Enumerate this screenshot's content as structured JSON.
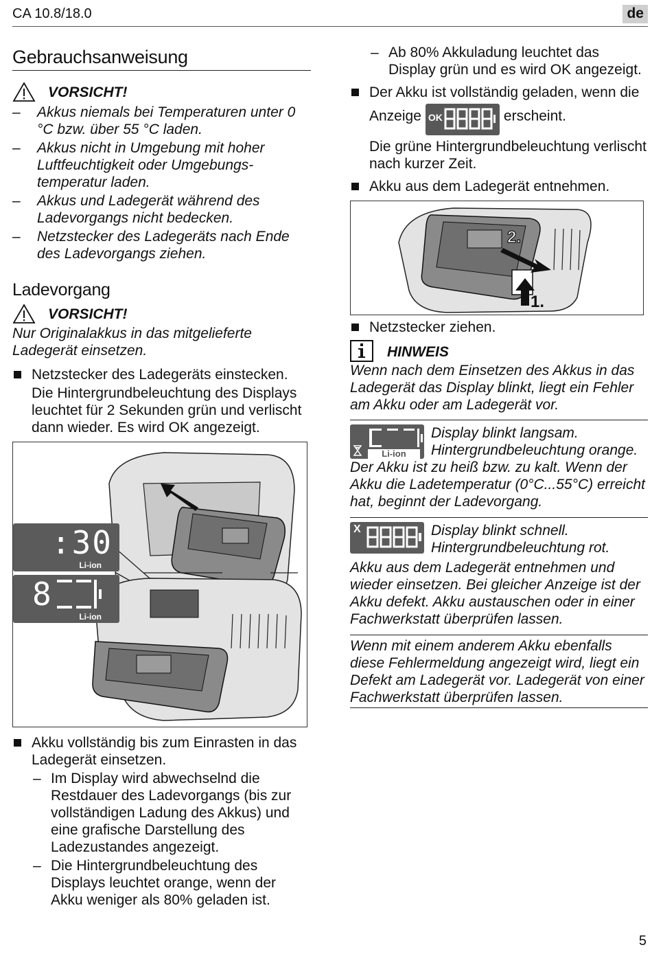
{
  "header": {
    "model": "CA 10.8/18.0",
    "lang": "de"
  },
  "page_number": "5",
  "left": {
    "title": "Gebrauchsanweisung",
    "caution1_label": "VORSICHT!",
    "caution1_items": [
      "Akkus niemals bei Temperaturen unter 0 °C bzw. über 55 °C laden.",
      "Akkus nicht in Umgebung mit hoher Luftfeuchtigkeit oder Umgebungs­temperatur laden.",
      "Akkus und Ladegerät während des Ladevorgangs nicht bedecken.",
      "Netzstecker des Ladegeräts nach Ende des Ladevorgangs ziehen."
    ],
    "section2_title": "Ladevorgang",
    "caution2_label": "VORSICHT!",
    "caution2_text": "Nur Originalakkus in das mitgelieferte Ladegerät einsetzen.",
    "step1": "Netzstecker des Ladegeräts einstecken.",
    "step1_detail": "Die Hintergrundbeleuchtung des Displays leuchtet für 2 Sekunden grün und verlischt dann wieder. Es wird OK angezeigt.",
    "fig1": {
      "display1_digits": ":30",
      "display1_label": "Li-ion",
      "display2_digits": "8",
      "display2_label": "Li-ion"
    },
    "step2": "Akku vollständig bis zum Einrasten in das Ladegerät einsetzen.",
    "step2_subs": [
      "Im Display wird abwechselnd die Restdauer des Ladevorgangs (bis zur vollständigen Ladung des Akkus) und eine grafische Darstellung des Ladezustandes angezeigt.",
      "Die Hintergrundbeleuchtung des Displays leuchtet orange, wenn der Akku weniger als 80% geladen ist."
    ]
  },
  "right": {
    "sub_top": "Ab 80% Akkuladung leuchtet das Display grün und es wird OK angezeigt.",
    "step3_before": "Der Akku ist vollständig geladen, wenn die Anzeige",
    "step3_after": "erscheint.",
    "step3_display_ok": "OK",
    "step3_detail": "Die grüne Hintergrundbeleuchtung verlischt nach kurzer Zeit.",
    "step4": "Akku aus dem Ladegerät entnehmen.",
    "fig2": {
      "label1": "1.",
      "label2": "2."
    },
    "step5": "Netzstecker ziehen.",
    "hinweis_label": "HINWEIS",
    "hinweis_text": "Wenn nach dem Einsetzen des Akkus in das Ladegerät das Display blinkt, liegt ein Fehler am Akku oder am Ladegerät vor.",
    "err1_disp_label": "Li-ion",
    "err1_title1": "Display blinkt langsam.",
    "err1_title2": "Hintergrundbeleuchtung orange.",
    "err1_text": "Der Akku ist zu heiß bzw. zu kalt. Wenn der Akku die Ladetemperatur (0°C...55°C) erreicht hat, beginnt der Ladevorgang.",
    "err2_disp_x": "X",
    "err2_title1": "Display blinkt schnell.",
    "err2_title2": "Hintergrundbeleuchtung rot.",
    "err2_text": "Akku aus dem Ladegerät entnehmen und wieder einsetzen. Bei gleicher Anzeige ist der Akku defekt. Akku austauschen oder in einer Fachwerkstatt überprüfen lassen.",
    "final_text": "Wenn mit einem anderem Akku ebenfalls diese Fehlermeldung angezeigt wird, liegt ein Defekt am Ladegerät vor. Ladegerät von einer Fachwerkstatt überprüfen lassen."
  }
}
